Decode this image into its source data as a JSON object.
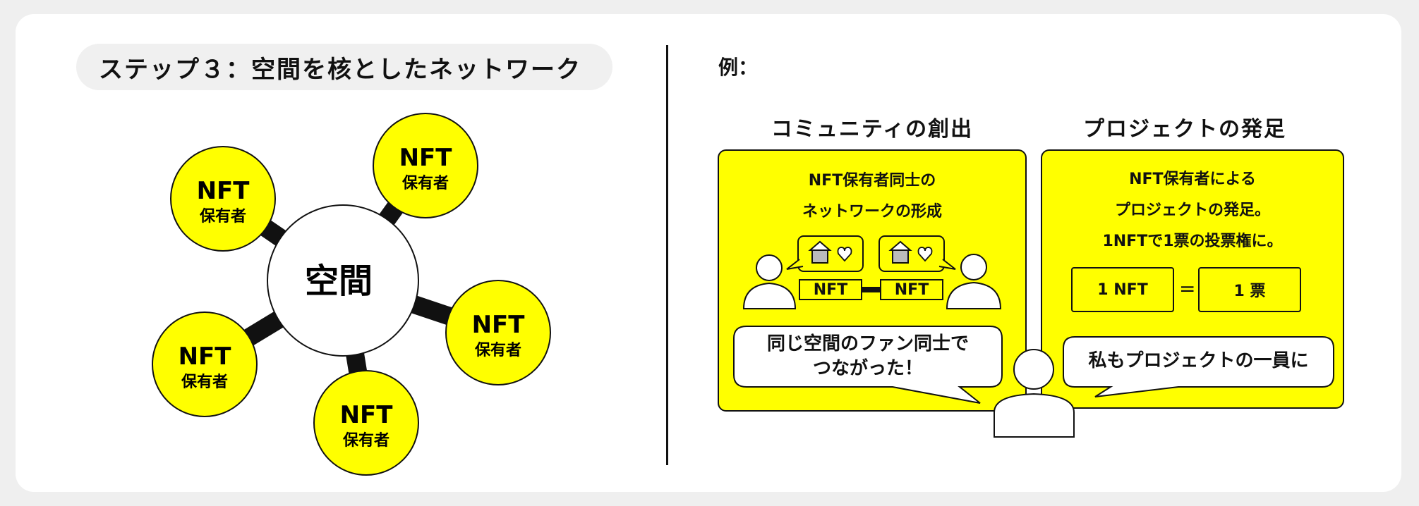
{
  "title": "ステップ３：空間を核としたネットワーク",
  "hub": {
    "label": "空間"
  },
  "node": {
    "top": "NFT",
    "bottom": "保有者"
  },
  "example_label": "例：",
  "community": {
    "title": "コミュニティの創出",
    "desc": [
      "NFT保有者同士の",
      "ネットワークの形成"
    ],
    "nft_left": "NFT",
    "nft_right": "NFT",
    "bubble": [
      "同じ空間のファン同士で",
      "つながった！"
    ]
  },
  "project": {
    "title": "プロジェクトの発足",
    "desc": [
      "NFT保有者による",
      "プロジェクトの発足。",
      "1NFTで1票の投票権に。"
    ],
    "vote_left": "1 NFT",
    "equals": "=",
    "vote_right": "1 票",
    "bubble": "私もプロジェクトの一員に"
  },
  "colors": {
    "accent": "#ffff00",
    "ink": "#111111",
    "panel_bg": "#ffffff",
    "page_bg": "#efefef"
  },
  "icons": [
    "house-icon",
    "heart-icon",
    "person-icon"
  ]
}
